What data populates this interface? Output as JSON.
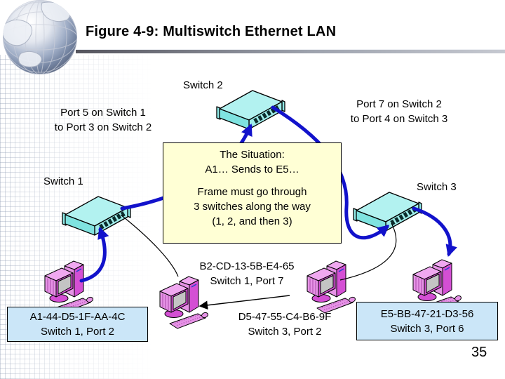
{
  "slide": {
    "title": "Figure 4-9: Multiswitch Ethernet LAN",
    "page_number": "35"
  },
  "switches": {
    "switch1": {
      "label": "Switch 1"
    },
    "switch2": {
      "label": "Switch 2"
    },
    "switch3": {
      "label": "Switch 3"
    }
  },
  "link_notes": {
    "link12": {
      "line1": "Port 5 on Switch 1",
      "line2": "to Port 3 on Switch 2"
    },
    "link23": {
      "line1": "Port 7 on Switch 2",
      "line2": "to Port 4 on Switch 3"
    }
  },
  "situation": {
    "line1": "The Situation:",
    "line2": "A1… Sends to E5…",
    "line3": "Frame must go through",
    "line4": "3 switches along the way",
    "line5": "(1, 2, and then 3)"
  },
  "stations": {
    "a1": {
      "mac": "A1-44-D5-1F-AA-4C",
      "port": "Switch 1, Port 2"
    },
    "b2": {
      "mac": "B2-CD-13-5B-E4-65",
      "port": "Switch 1, Port 7"
    },
    "d5": {
      "mac": "D5-47-55-C4-B6-9F",
      "port": "Switch 3, Port 2"
    },
    "e5": {
      "mac": "E5-BB-47-21-D3-56",
      "port": "Switch 3, Port 6"
    }
  },
  "colors": {
    "link_blue": "#1212CB",
    "switch_cyan_top": "#B2F2F0",
    "switch_cyan_front": "#8FE9E6",
    "station_magenta": "#D44FD4",
    "note_fill": "#FFFFD5",
    "mac_label_fill": "#CBE6F8"
  }
}
